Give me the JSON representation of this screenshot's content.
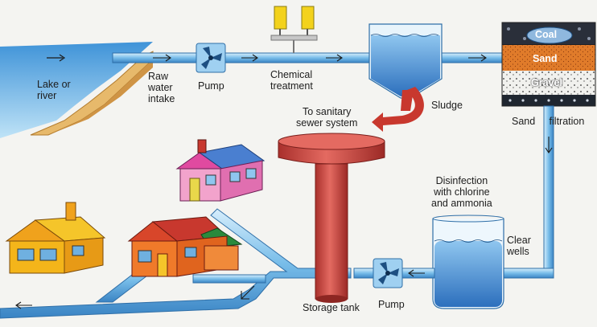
{
  "labels": {
    "lake": "Lake or\nriver",
    "intake": "Raw\nwater\nintake",
    "pump_top": "Pump",
    "chemical": "Chemical\ntreatment",
    "sludge": "Sludge",
    "sewer": "To sanitary\nsewer system",
    "coal": "Coal",
    "sand": "Sand",
    "gravel": "Gravel",
    "sand_filtration": "Sand     filtration",
    "disinfection": "Disinfection\nwith chlorine\nand ammonia",
    "clear_wells": "Clear\nwells",
    "pump_bottom": "Pump",
    "storage": "Storage tank"
  },
  "colors": {
    "pipe": "#6fb4e8",
    "pipe_edge": "#2f6fa8",
    "water": "#3f86d0",
    "tower": "#cf4a44",
    "sludge": "#c8382e",
    "coal": "#2a2f3a",
    "sand": "#e07b2a",
    "gravel": "#f1f1ee"
  },
  "icons": [
    "pump-icon",
    "chemical-tank-icon",
    "house-icon",
    "arrow-icon"
  ]
}
